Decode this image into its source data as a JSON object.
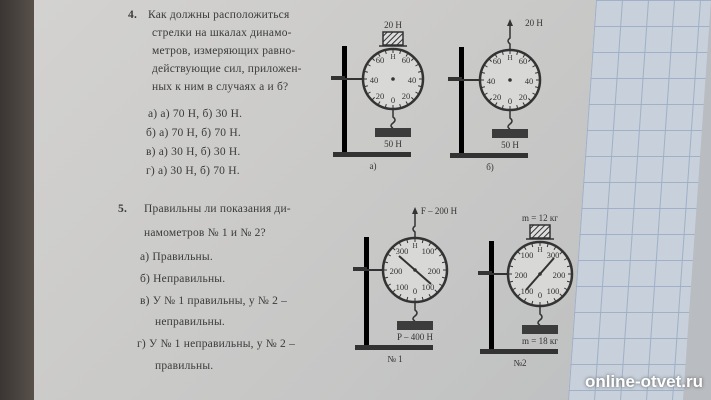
{
  "q4": {
    "number": "4.",
    "lines": [
      "Как должны расположиться",
      "стрелки на шкалах динамо-",
      "метров, измеряющих равно-",
      "действующие сил, приложен-",
      "ных к ним в случаях а и б?"
    ],
    "options": [
      "а)  а) 70 Н, б) 30 Н.",
      "б)  а) 70 Н, б) 70 Н.",
      "в)  а) 30 Н, б) 30 Н.",
      "г)  а) 30 Н, б) 70 Н."
    ],
    "fig_a": {
      "top": "20 Н",
      "bottom": "50 Н",
      "caption": "а)",
      "scale": [
        "60",
        "60",
        "40",
        "40",
        "20",
        "20",
        "0"
      ]
    },
    "fig_b": {
      "top": "20 Н",
      "bottom": "50 Н",
      "caption": "б)",
      "scale": [
        "60",
        "60",
        "40",
        "40",
        "20",
        "20",
        "0"
      ]
    }
  },
  "q5": {
    "number": "5.",
    "lines": [
      "Правильны ли показания ди-",
      "намометров № 1 и № 2?"
    ],
    "options": [
      "а)  Правильны.",
      "б)  Неправильны.",
      "в)  У № 1 правильны, у № 2 –",
      "неправильны.",
      "г)  У № 1 неправильны, у № 2 –",
      "правильны."
    ],
    "fig_1": {
      "top": "F – 200 Н",
      "bottom": "P – 400 Н",
      "caption": "№ 1",
      "scale": [
        "300",
        "100",
        "200",
        "200",
        "100",
        "100",
        "0"
      ]
    },
    "fig_2": {
      "top": "m = 12 кг",
      "bottom": "m = 18 кг",
      "caption": "№2",
      "scale": [
        "100",
        "300",
        "200",
        "200",
        "100",
        "100",
        "0"
      ]
    }
  },
  "watermark": "online-otvet.ru"
}
